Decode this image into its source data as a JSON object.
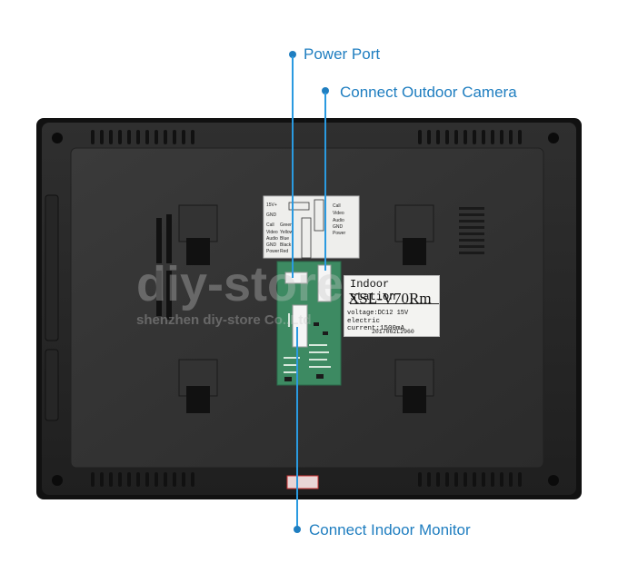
{
  "callouts": {
    "power_port": "Power Port",
    "outdoor_camera": "Connect Outdoor Camera",
    "indoor_monitor": "Connect Indoor Monitor"
  },
  "rear_label": {
    "title": "Indoor station",
    "model": "XSL-V70Rm",
    "voltage": "voltage:DC12  15V",
    "current": "electric current:1500mA",
    "serial": "2017062L2960"
  },
  "wiring_chart": {
    "left": [
      "15V+",
      "GND",
      "Call",
      "Video",
      "Audio",
      "GND",
      "Power"
    ],
    "left_colors": [
      "Green",
      "Yellow",
      "Blue",
      "Black",
      "Red"
    ],
    "right": [
      "Call",
      "Video",
      "Audio",
      "GND",
      "Power"
    ]
  },
  "watermark": {
    "brand": "diy-store",
    "company": "shenzhen diy-store Co.,Ltd"
  },
  "colors": {
    "callout_text": "#1f7ec0",
    "callout_line": "#2a9ae0",
    "housing": "#2a2a2a",
    "pcb": "#3d8a62"
  }
}
